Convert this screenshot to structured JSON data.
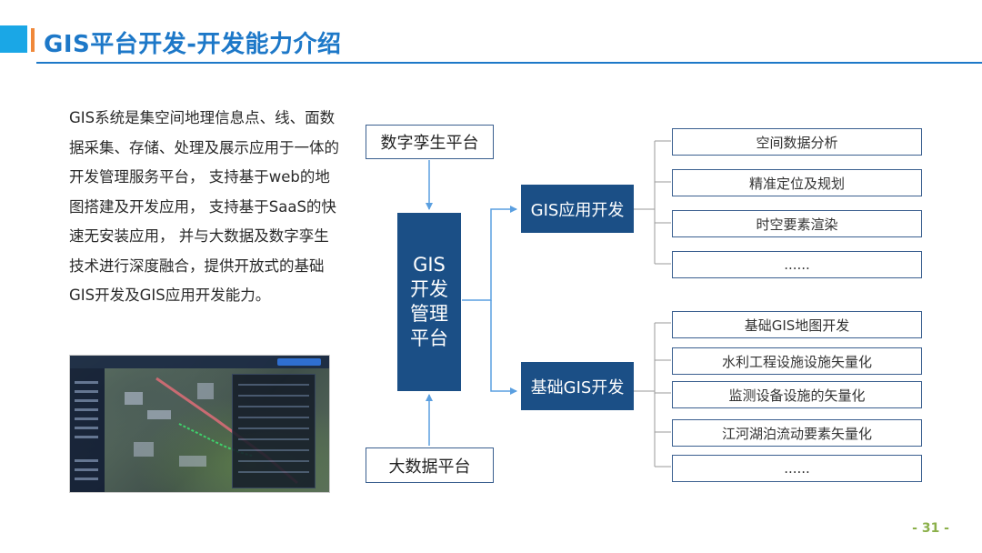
{
  "header": {
    "title": "GIS平台开发-开发能力介绍"
  },
  "description": "GIS系统是集空间地理信息点、线、面数据采集、存储、处理及展示应用于一体的开发管理服务平台， 支持基于web的地图搭建及开发应用， 支持基于SaaS的快速无安装应用， 并与大数据及数字孪生技术进行深度融合，提供开放式的基础GIS开发及GIS应用开发能力。",
  "diagram": {
    "sources": {
      "top": "数字孪生平台",
      "bottom": "大数据平台"
    },
    "core": [
      "GIS",
      "开发",
      "管理",
      "平台"
    ],
    "branches": [
      {
        "label": "GIS应用开发",
        "items": [
          "空间数据分析",
          "精准定位及规划",
          "时空要素渲染",
          "......"
        ]
      },
      {
        "label": "基础GIS开发",
        "items": [
          "基础GIS地图开发",
          "水利工程设施设施矢量化",
          "监测设备设施的矢量化",
          "江河湖泊流动要素矢量化",
          "......"
        ]
      }
    ],
    "colors": {
      "primary": "#1b4f86",
      "line": "#5a9fe0",
      "bracket": "#9a9a9a"
    }
  },
  "page_number": "- 31 -"
}
